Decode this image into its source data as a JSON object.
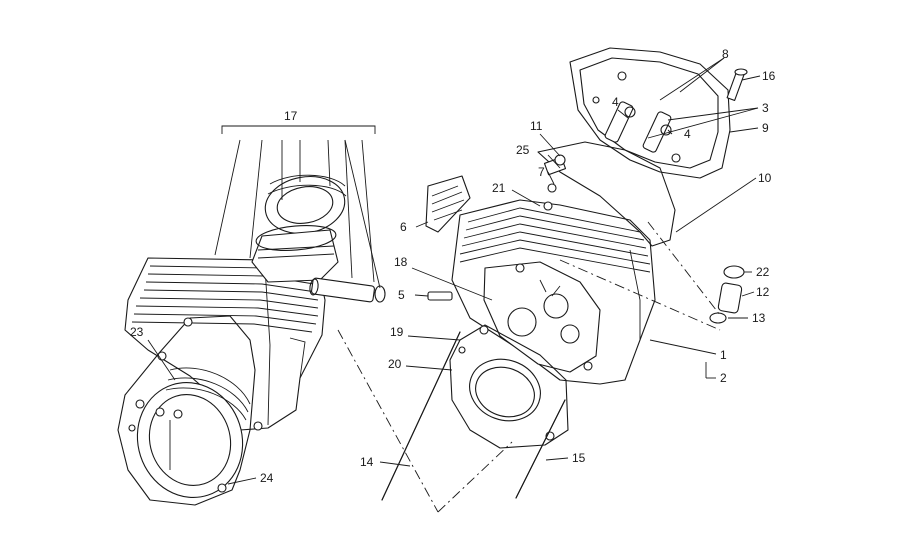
{
  "diagram": {
    "callouts": [
      {
        "id": "1",
        "label": "1"
      },
      {
        "id": "2",
        "label": "2"
      },
      {
        "id": "3",
        "label": "3"
      },
      {
        "id": "4a",
        "label": "4"
      },
      {
        "id": "4b",
        "label": "4"
      },
      {
        "id": "5",
        "label": "5"
      },
      {
        "id": "6",
        "label": "6"
      },
      {
        "id": "7",
        "label": "7"
      },
      {
        "id": "8",
        "label": "8"
      },
      {
        "id": "9",
        "label": "9"
      },
      {
        "id": "10",
        "label": "10"
      },
      {
        "id": "11",
        "label": "11"
      },
      {
        "id": "12",
        "label": "12"
      },
      {
        "id": "13",
        "label": "13"
      },
      {
        "id": "14",
        "label": "14"
      },
      {
        "id": "15",
        "label": "15"
      },
      {
        "id": "16",
        "label": "16"
      },
      {
        "id": "17",
        "label": "17"
      },
      {
        "id": "18",
        "label": "18"
      },
      {
        "id": "19",
        "label": "19"
      },
      {
        "id": "20",
        "label": "20"
      },
      {
        "id": "21",
        "label": "21"
      },
      {
        "id": "22",
        "label": "22"
      },
      {
        "id": "23",
        "label": "23"
      },
      {
        "id": "24",
        "label": "24"
      },
      {
        "id": "25",
        "label": "25"
      }
    ]
  }
}
